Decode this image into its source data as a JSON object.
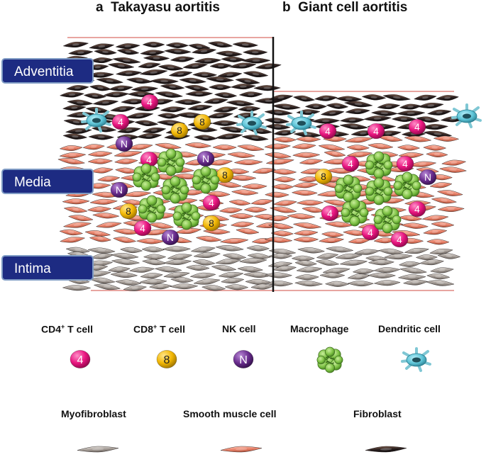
{
  "panel_a": {
    "letter": "a",
    "title": "Takayasu aortitis"
  },
  "panel_b": {
    "letter": "b",
    "title": "Giant cell aortitis"
  },
  "layers": {
    "adventitia": "Adventitia",
    "media": "Media",
    "intima": "Intima"
  },
  "cell_marks": {
    "cd4": "4",
    "cd8": "8",
    "nk": "N"
  },
  "legend": {
    "cd4": {
      "name": "CD4",
      "sup": "+",
      "suffix": " T cell",
      "mark": "4"
    },
    "cd8": {
      "name": "CD8",
      "sup": "+",
      "suffix": " T cell",
      "mark": "8"
    },
    "nk": {
      "label": "NK cell",
      "mark": "N"
    },
    "macrophage": {
      "label": "Macrophage"
    },
    "dendritic": {
      "label": "Dendritic cell"
    },
    "myofibroblast": {
      "label": "Myofibroblast"
    },
    "smooth_muscle": {
      "label": "Smooth muscle cell"
    },
    "fibroblast": {
      "label": "Fibroblast"
    }
  },
  "colors": {
    "fibroblast": "#2a2020",
    "smooth_muscle": "#e9826a",
    "myofibroblast": "#a8a09a",
    "cd4": "#e8157f",
    "cd8": "#f2b705",
    "nk": "#6a2d8f",
    "macrophage": "#7cc043",
    "dendritic": "#5cc3d6",
    "label_bg": "#1d2b82",
    "boundary": "#e8a5a0"
  }
}
